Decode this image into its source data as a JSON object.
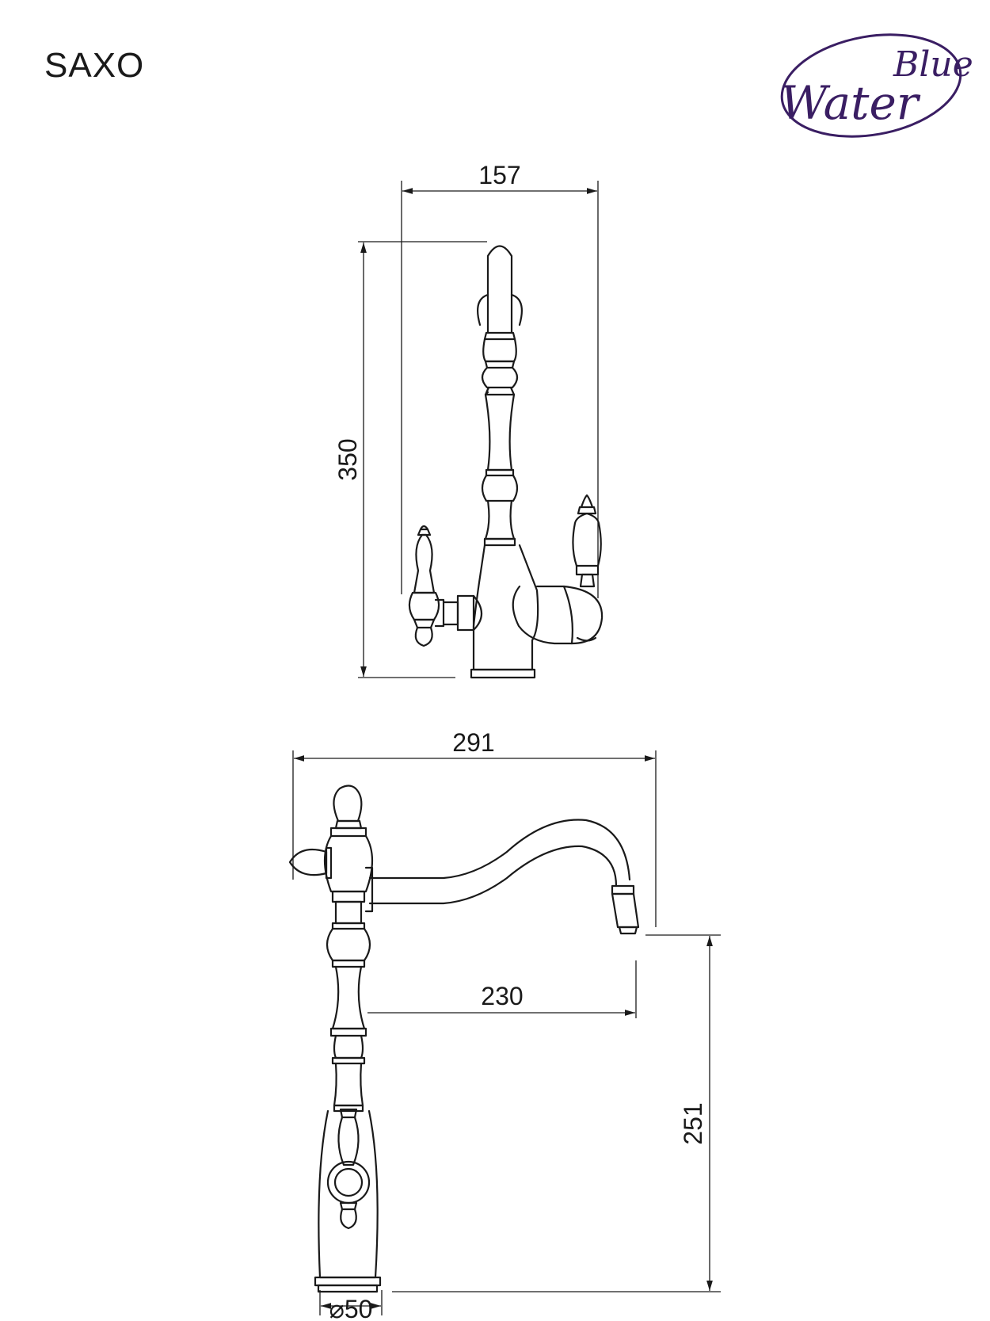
{
  "header": {
    "model_title": "SAXO"
  },
  "logo": {
    "word_top": "Blue",
    "word_bottom": "Water",
    "color": "#3a1e63"
  },
  "dimensions": {
    "front_width": "157",
    "front_height": "350",
    "side_overall_width": "291",
    "spout_reach": "230",
    "spout_height": "251",
    "base_diameter": "⌀50"
  }
}
